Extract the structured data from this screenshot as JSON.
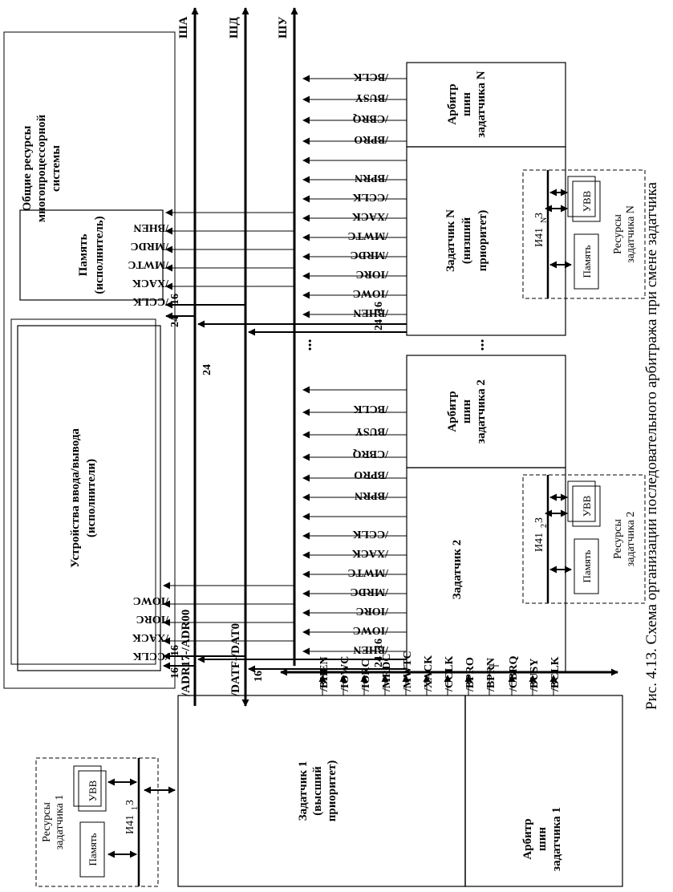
{
  "caption": "Рис. 4.13. Схема организации последовательного арбитража при смене задатчика",
  "buses": {
    "address": "ША",
    "data": "ШД",
    "control": "ШУ",
    "address_label": "/ADR17-/ADR00",
    "data_label": "/DATF-/DAT0"
  },
  "widths": {
    "w24": "24",
    "w16": "16"
  },
  "shared": {
    "title": [
      "Общие ресурсы",
      "многопроцессорной",
      "системы"
    ],
    "memory": [
      "Память",
      "(исполнитель)"
    ],
    "io": [
      "Устройства ввода/вывода",
      "(исполнители)"
    ],
    "memory_signals": [
      "/BHEN",
      "/MRDC",
      "/MWTC",
      "/XACK",
      "/CCLK"
    ],
    "io_signals": [
      "/IOWC",
      "/IORC",
      "/XACK",
      "/CCLK"
    ]
  },
  "master1": {
    "name": [
      "Задатчик 1",
      "(высший",
      "приоритет)"
    ],
    "arbiter": [
      "Арбитр",
      "шин",
      "задатчика 1"
    ],
    "signals": [
      "/BHEN",
      "/IOWC",
      "/IORC",
      "/MRDC",
      "/MWTC",
      "/XACK",
      "/CCLK",
      "/BPRO",
      "/BPRN",
      "/CBRQ",
      "/BUSY",
      "/BCLK"
    ],
    "resources": [
      "Ресурсы",
      "задатчика 1"
    ],
    "mem": "Память",
    "uvv": "УВВ",
    "local_bus": "И41",
    "local_bus_sub": "З",
    "sub_index": "1"
  },
  "master2": {
    "name": [
      "Задатчик 2"
    ],
    "arbiter": [
      "Арбитр",
      "шин",
      "задатчика 2"
    ],
    "signals": [
      "/BHEN",
      "/IOWC",
      "/IORC",
      "/MRDC",
      "/MWTC",
      "/XACK",
      "/CCLK",
      "/BPRN"
    ],
    "arb_signals": [
      "/BPRO",
      "/CBRQ",
      "/BUSY",
      "/BCLK"
    ],
    "resources": [
      "Ресурсы",
      "задатчика 2"
    ],
    "mem": "Память",
    "uvv": "УВВ",
    "local_bus": "И41",
    "local_bus_sub": "З",
    "sub_index": "2"
  },
  "masterN": {
    "name": [
      "Задатчик N",
      "(низший",
      "приоритет)"
    ],
    "arbiter": [
      "Арбитр",
      "шин",
      "задатчика N"
    ],
    "signals": [
      "/BHEN",
      "/IOWC",
      "/IORC",
      "/MRDC",
      "/MWTC",
      "/XACK",
      "/CCLK",
      "/BPRN"
    ],
    "arb_signals": [
      "/BPRO",
      "/CBRQ",
      "/BUSY",
      "/BCLK"
    ],
    "resources": [
      "Ресурсы",
      "задатчика N"
    ],
    "mem": "Память",
    "uvv": "УВВ",
    "local_bus": "И41",
    "local_bus_sub": "З",
    "sub_index": "N"
  },
  "ellipsis": "..."
}
